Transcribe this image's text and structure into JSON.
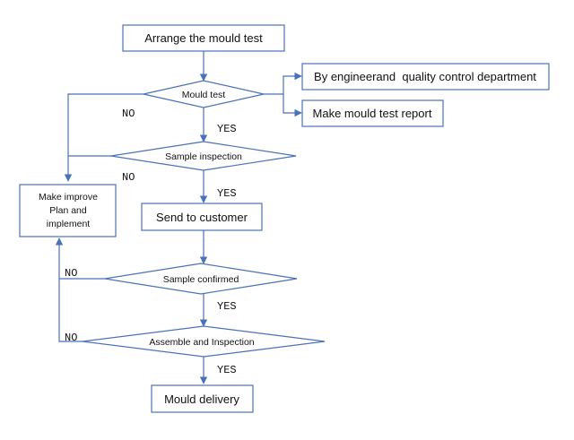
{
  "colors": {
    "stroke": "#4a72b8",
    "text": "#111111",
    "background": "#ffffff"
  },
  "nodes": {
    "arrange": "Arrange the mould test",
    "mould_test": "Mould test",
    "engineer": "By engineerand  quality control department",
    "report": "Make mould test report",
    "sample_inspection": "Sample inspection",
    "improve": [
      "Make improve",
      "Plan and",
      "implement"
    ],
    "send_customer": "Send to customer",
    "sample_confirmed": "Sample confirmed",
    "assemble": "Assemble and Inspection",
    "delivery": "Mould delivery"
  },
  "edge_labels": {
    "no_1": "NO",
    "yes_1": "YES",
    "no_2": "NO",
    "yes_2": "YES",
    "no_3": "NO",
    "yes_3": "YES",
    "no_4": "NO",
    "yes_4": "YES"
  }
}
